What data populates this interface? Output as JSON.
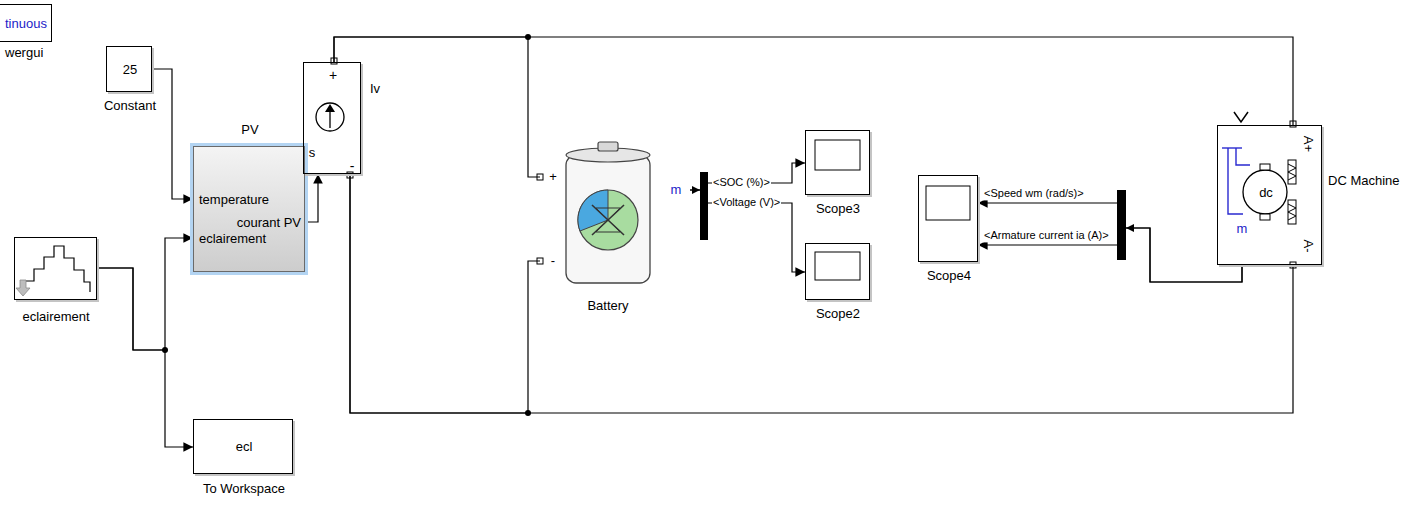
{
  "diagram": {
    "nodes": [
      {
        "text": [
          "tinuous",
          "wergui"
        ]
      },
      {
        "text": [
          "25",
          "Constant"
        ]
      },
      {
        "text": [
          "PV",
          "temperature",
          "courant PV",
          "eclairement"
        ]
      },
      {
        "text": [
          "+",
          "s",
          "-",
          "Iv"
        ]
      },
      {
        "text": [
          "eclairement"
        ]
      },
      {
        "text": [
          "ecl",
          "To Workspace"
        ]
      },
      {
        "text": [
          "+",
          "-",
          "m",
          "Battery"
        ]
      },
      {
        "text": [
          "Scope3"
        ]
      },
      {
        "text": [
          "Scope2"
        ]
      },
      {
        "text": [
          "Scope4"
        ]
      },
      {
        "text": [
          "m",
          "dc",
          "A+",
          "A-",
          "DC Machine"
        ]
      }
    ],
    "edges": [
      {
        "from": 1,
        "to": 2,
        "arrow": "to"
      },
      {
        "from": 4,
        "to": 2,
        "arrow": "to"
      },
      {
        "from": 4,
        "to": 5,
        "arrow": "to"
      },
      {
        "from": 2,
        "to": 3,
        "arrow": "to"
      },
      {
        "from": 3,
        "to": 6,
        "arrow": "none"
      },
      {
        "from": 3,
        "to": 10,
        "arrow": "none"
      },
      {
        "from": 3,
        "to": 6,
        "arrow": "none"
      },
      {
        "from": 3,
        "to": 10,
        "arrow": "none"
      },
      {
        "from": 6,
        "to": 7,
        "label": "<SOC (%)>",
        "arrow": "to"
      },
      {
        "from": 6,
        "to": 8,
        "label": "<Voltage (V)>",
        "arrow": "to"
      },
      {
        "from": 10,
        "to": 9,
        "label": "<Speed wm (rad/s)>",
        "arrow": "to"
      },
      {
        "from": 10,
        "to": 9,
        "label": "<Armature current ia (A)>",
        "arrow": "to"
      }
    ]
  }
}
